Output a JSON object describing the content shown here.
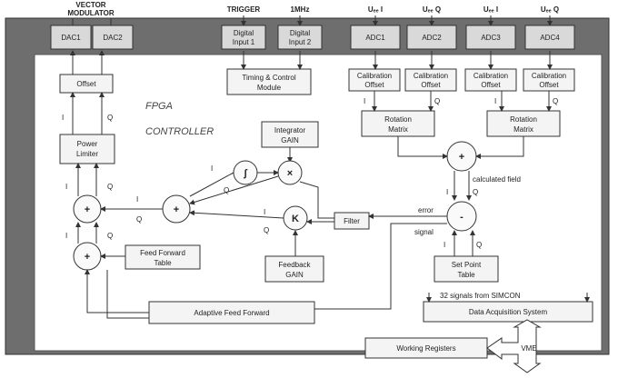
{
  "header": {
    "vector_modulator": [
      "VECTOR",
      "MODULATOR"
    ],
    "trigger": "TRIGGER",
    "clock": "1MHz",
    "adc_inputs": [
      "Uₑₑ I",
      "Uₑₑ Q",
      "Uₑₑ I",
      "Uₑₑ Q"
    ]
  },
  "blocks": {
    "dac1": "DAC1",
    "dac2": "DAC2",
    "digital_input_1": [
      "Digital",
      "Input 1"
    ],
    "digital_input_2": [
      "Digital",
      "Input 2"
    ],
    "adc1": "ADC1",
    "adc2": "ADC2",
    "adc3": "ADC3",
    "adc4": "ADC4",
    "offset": "Offset",
    "timing_control": [
      "Timing & Control",
      "Module"
    ],
    "calibration_offset": [
      "Calibration",
      "Offset"
    ],
    "rotation_matrix": [
      "Rotation",
      "Matrix"
    ],
    "fpga": "FPGA",
    "controller": "CONTROLLER",
    "power_limiter": [
      "Power",
      "Limiter"
    ],
    "integrator_gain": [
      "Integrator",
      "GAIN"
    ],
    "filter": "Filter",
    "feed_forward_table": [
      "Feed Forward",
      "Table"
    ],
    "feedback_gain": [
      "Feedback",
      "GAIN"
    ],
    "setpoint_table": [
      "Set Point",
      "Table"
    ],
    "adaptive_feed_forward": "Adaptive Feed Forward",
    "data_acquisition": "Data Acquisition System",
    "signals_simcon": "32 signals from SIMCON",
    "working_registers": "Working Registers",
    "vme": "VME"
  },
  "signals": {
    "I": "I",
    "Q": "Q",
    "error": "error",
    "signal": "signal",
    "calculated_field": "calculated field"
  },
  "operators": {
    "plus": "+",
    "minus": "-",
    "times": "×",
    "integral": "∫",
    "K": "K"
  }
}
